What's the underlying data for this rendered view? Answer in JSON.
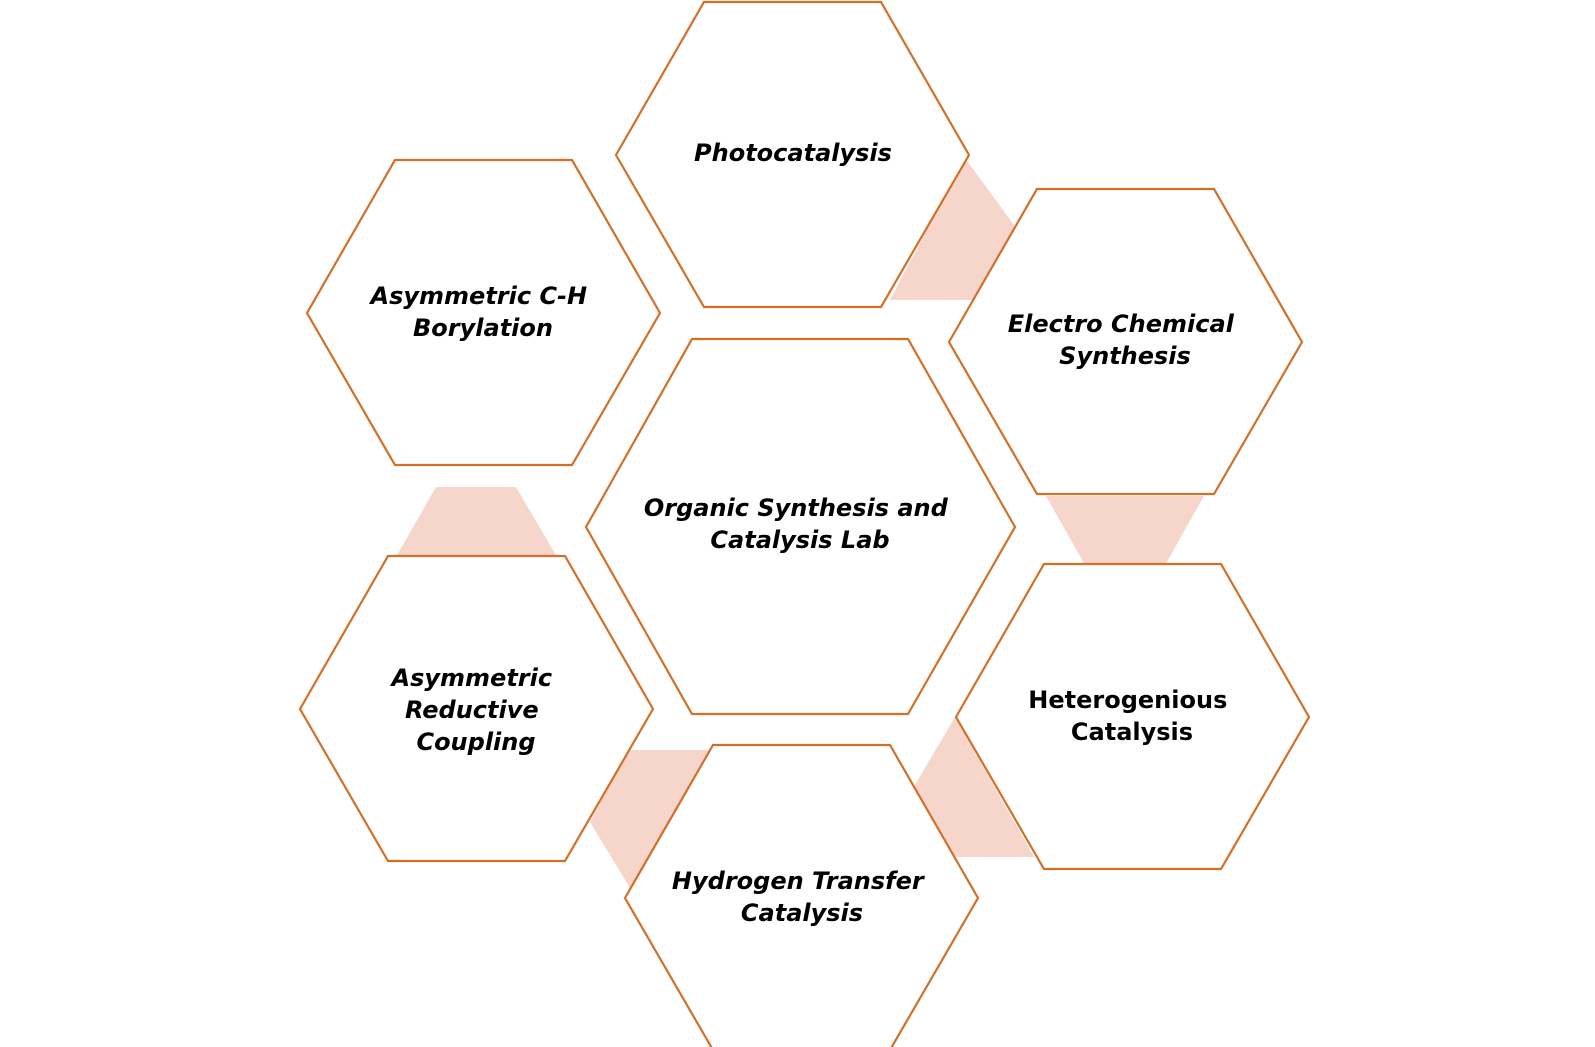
{
  "colors": {
    "hex_stroke": "#d2702a",
    "connector_fill": "#f6d5cb",
    "text": "#000000",
    "background": "#ffffff"
  },
  "center": {
    "lines": [
      "Organic Synthesis and",
      "Catalysis Lab"
    ],
    "italic": true
  },
  "nodes": [
    {
      "id": "photocatalysis",
      "lines": [
        "Photocatalysis"
      ],
      "italic": true
    },
    {
      "id": "electro-chemical-synthesis",
      "lines": [
        "Electro Chemical",
        "Synthesis"
      ],
      "italic": true
    },
    {
      "id": "heterogenious-catalysis",
      "lines": [
        "Heterogenious",
        "Catalysis"
      ],
      "italic": false
    },
    {
      "id": "hydrogen-transfer-catalysis",
      "lines": [
        "Hydrogen Transfer",
        "Catalysis"
      ],
      "italic": true
    },
    {
      "id": "asymmetric-reductive-coupling",
      "lines": [
        "Asymmetric",
        "Reductive",
        "Coupling"
      ],
      "italic": true
    },
    {
      "id": "asymmetric-ch-borylation",
      "lines": [
        "Asymmetric C-H",
        "Borylation"
      ],
      "italic": true
    }
  ]
}
